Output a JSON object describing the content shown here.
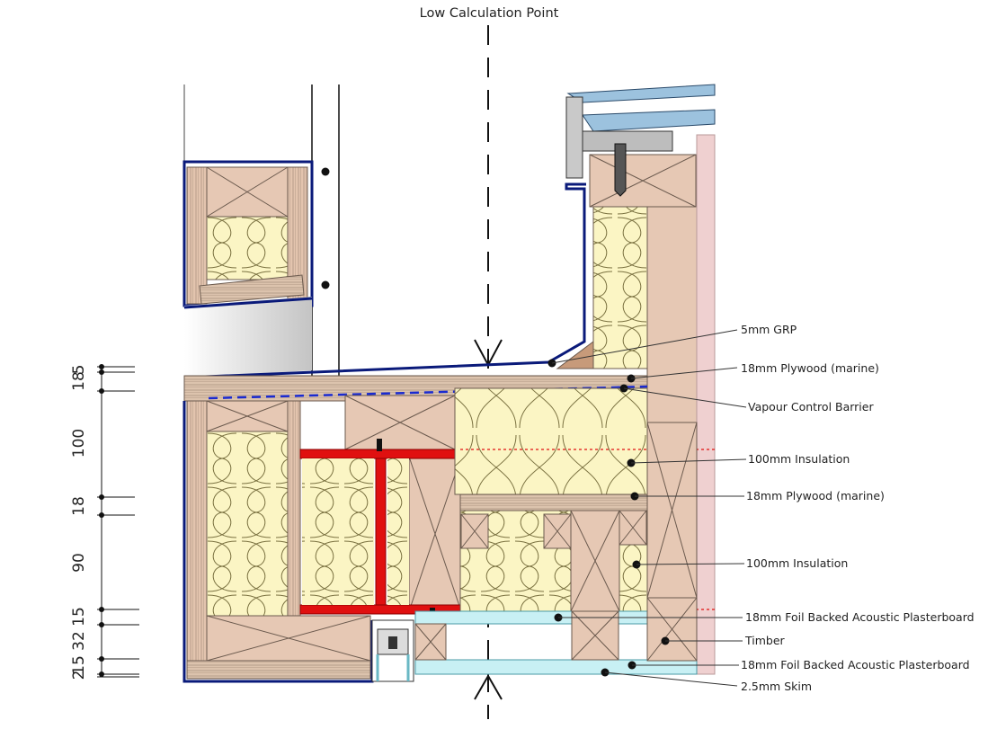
{
  "title": "Low Calculation Point",
  "labels": {
    "grp": "5mm GRP",
    "ply_top": "18mm Plywood (marine)",
    "vcb": "Vapour Control Barrier",
    "ins_top": "100mm Insulation",
    "ply_mid": "18mm Plywood (marine)",
    "ins_low": "100mm Insulation",
    "pb_top": "18mm Foil Backed Acoustic Plasterboard",
    "timber": "Timber",
    "pb_bot": "18mm  Foil Backed Acoustic Plasterboard",
    "skim": "2.5mm  Skim"
  },
  "dimensions": [
    "5",
    "18",
    "100",
    "18",
    "90",
    "15",
    "32",
    "15",
    "2"
  ],
  "colors": {
    "timber": "#e6c8b4",
    "timber_edge": "#6b5a4e",
    "insulation": "#fbf5c4",
    "plywood": "#dcc3ad",
    "steel": "#e01010",
    "membrane": "#0a1a7a",
    "plasterboard": "#c8f0f4",
    "render": "#efd0d0",
    "glass": "#9cc2de"
  }
}
